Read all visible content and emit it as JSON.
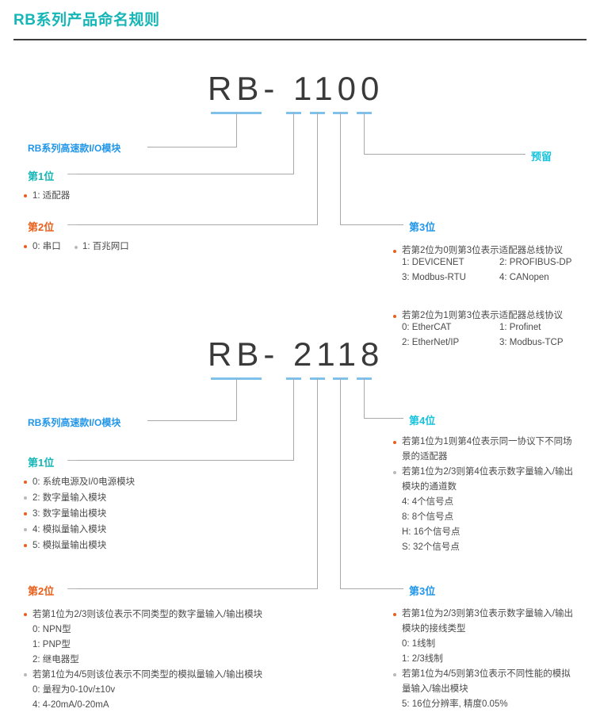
{
  "header": {
    "title": "RB系列产品命名规则"
  },
  "diagrams": [
    {
      "part_number": "RB- 1100",
      "module_label": "RB系列高速款I/O模块",
      "reserved_label": "预留",
      "sections": [
        {
          "heading": "第1位",
          "color": "teal",
          "lines": [
            "1: 适配器"
          ]
        },
        {
          "heading": "第2位",
          "color": "orange",
          "lines": [
            "0: 串口",
            "1: 百兆网口"
          ]
        },
        {
          "heading": "第3位",
          "color": "blue",
          "groups": [
            {
              "title": "若第2位为0则第3位表示适配器总线协议",
              "pairs": [
                [
                  "1: DEVICENET",
                  "2: PROFIBUS-DP"
                ],
                [
                  "3: Modbus-RTU",
                  "4: CANopen"
                ]
              ]
            },
            {
              "title": "若第2位为1则第3位表示适配器总线协议",
              "pairs": [
                [
                  "0: EtherCAT",
                  "1: Profinet"
                ],
                [
                  "2: EtherNet/IP",
                  "3: Modbus-TCP"
                ]
              ]
            }
          ]
        }
      ]
    },
    {
      "part_number": "RB- 2118",
      "module_label": "RB系列高速款I/O模块",
      "sections": [
        {
          "heading": "第1位",
          "color": "teal",
          "lines": [
            "0: 系统电源及I/0电源模块",
            "2: 数字量输入模块",
            "3: 数字量输出模块",
            "4: 模拟量输入模块",
            "5: 模拟量输出模块"
          ]
        },
        {
          "heading": "第4位",
          "color": "cyan",
          "groups": [
            {
              "title": "若第1位为1则第4位表示同一协议下不同场景的适配器",
              "items": []
            },
            {
              "title": "若第1位为2/3则第4位表示数字量输入/输出模块的通道数",
              "items": [
                "4: 4个信号点",
                "8: 8个信号点",
                "H: 16个信号点",
                "S: 32个信号点"
              ]
            }
          ]
        },
        {
          "heading": "第2位",
          "color": "orange",
          "groups": [
            {
              "title": "若第1位为2/3则该位表示不同类型的数字量输入/输出模块",
              "items": [
                "0: NPN型",
                "1: PNP型",
                "2: 继电器型"
              ]
            },
            {
              "title": "若第1位为4/5则该位表示不同类型的模拟量输入/输出模块",
              "items": [
                "0: 量程为0-10v/±10v",
                "4: 4-20mA/0-20mA"
              ]
            }
          ]
        },
        {
          "heading": "第3位",
          "color": "blue",
          "groups": [
            {
              "title": "若第1位为2/3则第3位表示数字量输入/输出模块的接线类型",
              "items": [
                "0: 1线制",
                "1:  2/3线制"
              ]
            },
            {
              "title": "若第1位为4/5则第3位表示不同性能的模拟量输入/输出模块",
              "items": [
                "5: 16位分辨率, 精度0.05%"
              ]
            }
          ]
        }
      ]
    }
  ],
  "colors": {
    "title": "#16b6b6",
    "orange": "#e8601c",
    "blue": "#2196e8",
    "cyan": "#17c3dd",
    "tick": "#7fc1ea",
    "leader": "#a9a9a9"
  }
}
